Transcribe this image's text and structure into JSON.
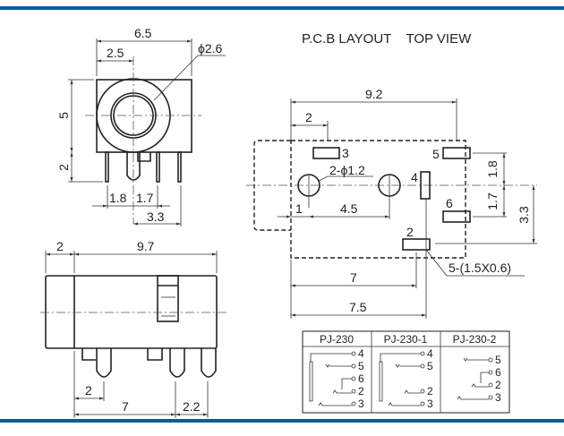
{
  "colors": {
    "accent_bar": "#0b5aa6",
    "line": "#222222"
  },
  "title": "P.C.B LAYOUT    TOP VIEW",
  "front_view": {
    "width": "6.5",
    "offset": "2.5",
    "diameter": "ϕ2.6",
    "height": "5",
    "pin_height": "2",
    "pin_sp1": "1.8",
    "pin_sp2": "1.7",
    "pin_sp3": "3.3"
  },
  "side_view": {
    "front": "2",
    "length": "9.7",
    "pin1": "2",
    "pin_span": "7",
    "pin_last": "2.2"
  },
  "pcb": {
    "width": "9.2",
    "pad3_offset": "2",
    "hole_label": "2-ϕ1.2",
    "hole_offset": "1",
    "hole_spacing": "4.5",
    "pad_dim_label": "5-(1.5X0.6)",
    "dim_7": "7",
    "dim_75": "7.5",
    "dim_18": "1.8",
    "dim_17": "1.7",
    "dim_33": "3.3",
    "pins": {
      "p1": "1",
      "p2": "2",
      "p3": "3",
      "p4": "4",
      "p5": "5",
      "p6": "6"
    }
  },
  "table": {
    "headers": [
      "PJ-230",
      "PJ-230-1",
      "PJ-230-2"
    ],
    "col1": [
      "4",
      "5",
      "6",
      "2",
      "3"
    ],
    "col2": [
      "4",
      "5",
      "2",
      "3"
    ],
    "col3": [
      "5",
      "6",
      "2",
      "3"
    ]
  }
}
